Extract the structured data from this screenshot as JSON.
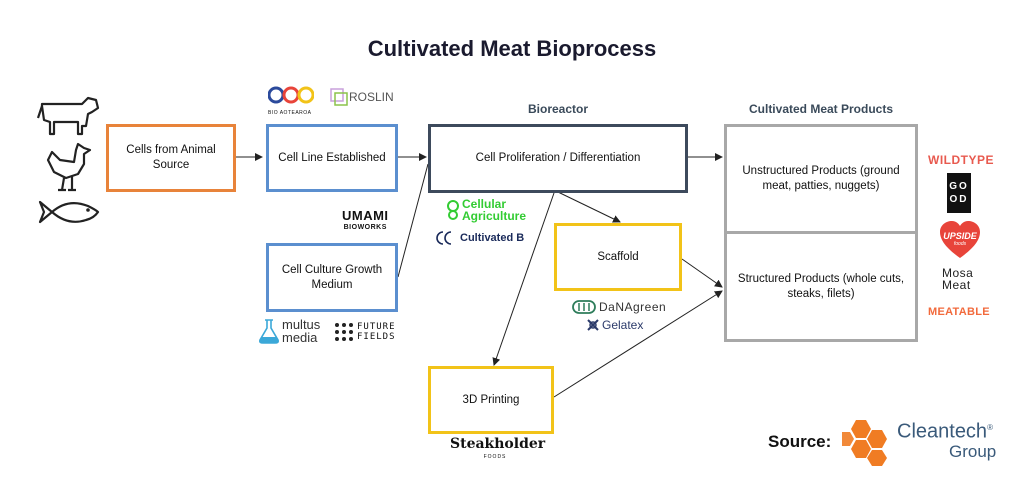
{
  "title": "Cultivated Meat Bioprocess",
  "headings": {
    "bioreactor": "Bioreactor",
    "products": "Cultivated Meat Products"
  },
  "boxes": {
    "cells_source": "Cells from Animal Source",
    "cell_line": "Cell Line Established",
    "growth_medium": "Cell Culture Growth Medium",
    "proliferation": "Cell Proliferation / Differentiation",
    "scaffold": "Scaffold",
    "printing": "3D Printing",
    "unstructured": "Unstructured Products (ground meat, patties, nuggets)",
    "structured": "Structured Products (whole cuts, steaks, filets)"
  },
  "logos": {
    "bio_aotearoa": "BIO AOTEAROA",
    "roslin": "ROSLIN",
    "umami": "UMAMI",
    "umami_sub": "BIOWORKS",
    "multus_1": "multus",
    "multus_2": "media",
    "future_1": "FUTURE",
    "future_2": "FIELDS",
    "cellular_1": "Cellular",
    "cellular_2": "Agriculture",
    "cultivated_b": "Cultivated B",
    "danagreen": "DaNAgreen",
    "gelatex": "Gelatex",
    "steakholder": "Steakholder",
    "steakholder_sub": "FOODS",
    "wildtype": "WILDTYPE",
    "good_1": "GO",
    "good_2": "OD",
    "upside": "UPSIDE",
    "upside_sub": "foods",
    "mosa_1": "Mosa",
    "mosa_2": "Meat",
    "meatable": "MEATABLE"
  },
  "source": {
    "label": "Source:",
    "company": "Cleantech",
    "company_sub": "Group",
    "mark": "®"
  },
  "colors": {
    "orange": "#e8833a",
    "blue": "#5b8fcf",
    "navy": "#3d4a5c",
    "yellow": "#f2c318",
    "gray": "#a8a8a8",
    "cleantech_orange": "#f07c23",
    "cellular_green": "#33cc33",
    "wildtype_red": "#e85a4f",
    "upside_red": "#e8443a",
    "meatable_orange": "#f26a3c"
  },
  "icons": [
    "cow-icon",
    "chicken-icon",
    "fish-icon",
    "arrow-icon"
  ]
}
